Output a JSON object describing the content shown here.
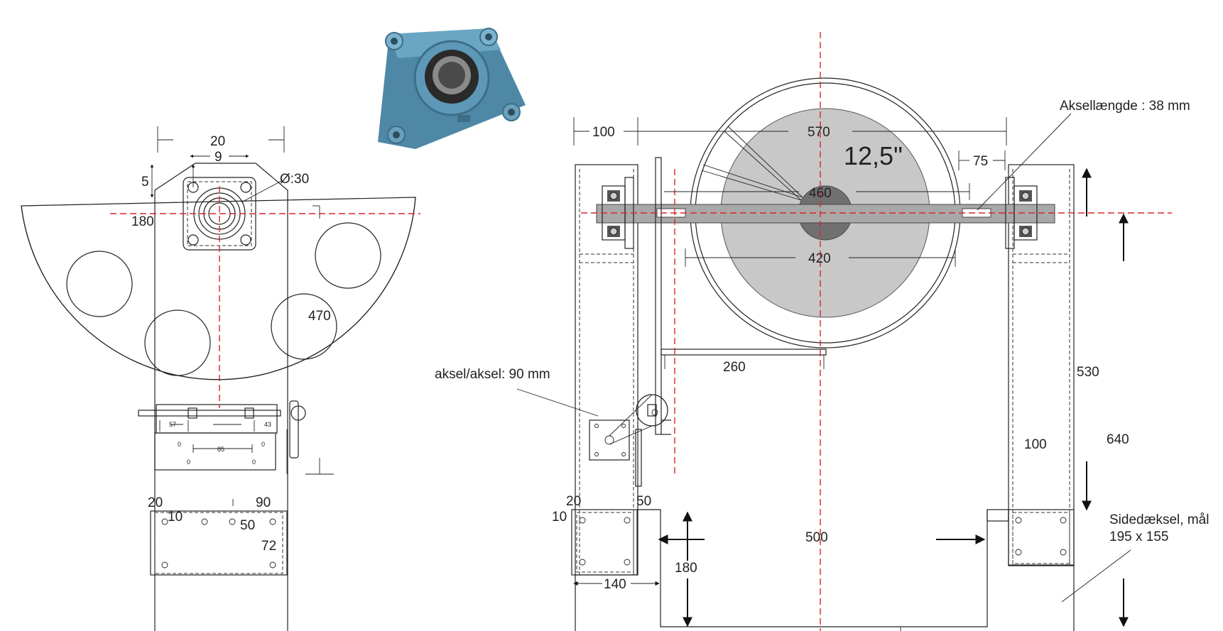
{
  "side_view": {
    "dim_20": "20",
    "dim_9": "9",
    "dim_5": "5",
    "dim_diameter": "Ø:30",
    "dim_180": "180",
    "dim_470": "470",
    "dim_57": "57",
    "dim_43": "43",
    "dim_85": "85",
    "zero_a": "0",
    "zero_b": "0",
    "zero_c": "0",
    "zero_d": "0",
    "dim_20b": "20",
    "dim_90": "90",
    "dim_10": "10",
    "dim_50": "50",
    "dim_72": "72"
  },
  "front_view": {
    "dim_100": "100",
    "dim_570": "570",
    "wheel_size": "12,5\"",
    "dim_75": "75",
    "shaft_length_note": "Aksellængde : 38 mm",
    "dim_460": "460",
    "dim_420": "420",
    "dim_260": "260",
    "dim_530": "530",
    "axle_distance_note": "aksel/aksel: 90 mm",
    "dim_640": "640",
    "dim_100b": "100",
    "dim_20": "20",
    "dim_50": "50",
    "dim_10": "10",
    "dim_500": "500",
    "dim_180": "180",
    "dim_140": "140",
    "side_cover_note_line1": "Sidedæksel, mål",
    "side_cover_note_line2": "195 x 155"
  },
  "colors": {
    "bearing_blue": "#5b95b4",
    "wheel_grey": "#c8c8c8",
    "hub_grey": "#707070",
    "axle_grey": "#a8a8a8",
    "centerline_red": "#d8262b"
  }
}
